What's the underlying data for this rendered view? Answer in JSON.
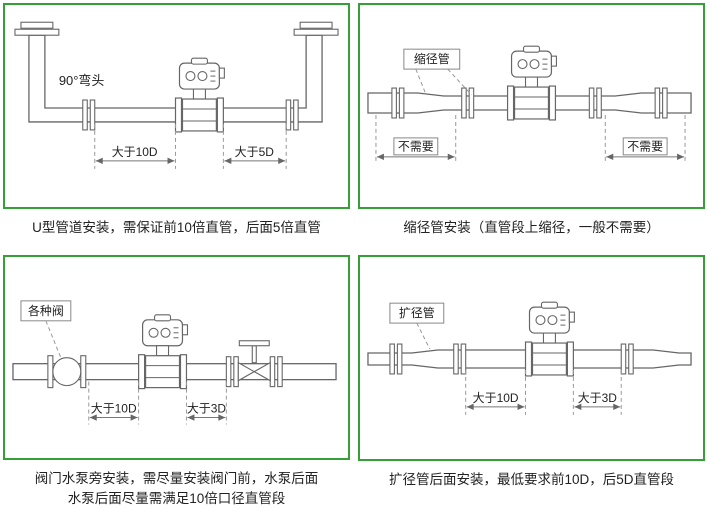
{
  "accent_color": "#35a035",
  "panels": [
    {
      "caption": "U型管道安装，需保证前10倍直管，后面5倍直管",
      "labels": {
        "elbow": "90°弯头",
        "dim1": "大于10D",
        "dim2": "大于5D"
      }
    },
    {
      "caption": "缩径管安装（直管段上缩径，一般不需要）",
      "labels": {
        "part": "缩径管",
        "dim1": "不需要",
        "dim2": "不需要"
      }
    },
    {
      "caption_line1": "阀门水泵旁安装，需尽量安装阀门前，水泵后面",
      "caption_line2": "水泵后面尽量需满足10倍口径直管段",
      "labels": {
        "part": "各种阀",
        "dim1": "大于10D",
        "dim2": "大于3D"
      }
    },
    {
      "caption": "扩径管后面安装，最低要求前10D，后5D直管段",
      "labels": {
        "part": "扩径管",
        "dim1": "大于10D",
        "dim2": "大于3D"
      }
    }
  ]
}
